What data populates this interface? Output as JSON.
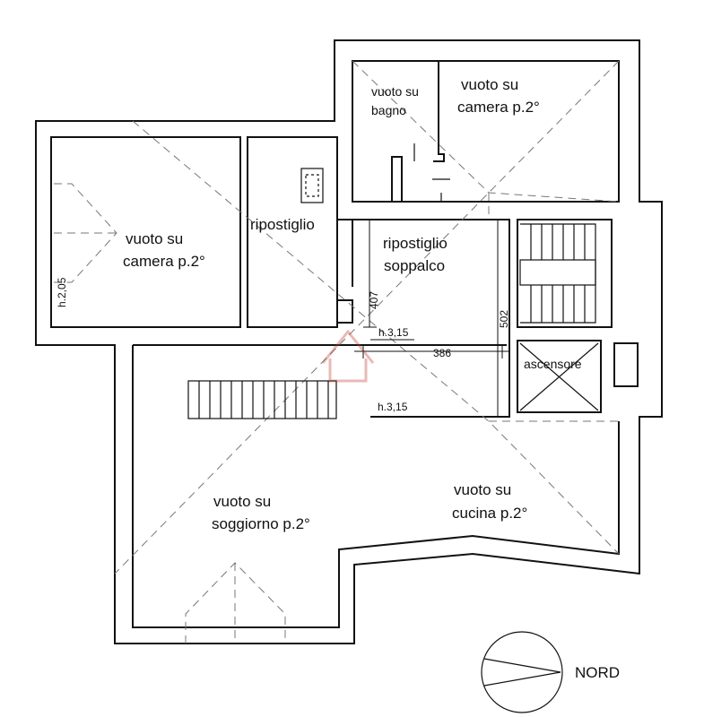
{
  "rooms": {
    "vuoto_bagno_line1": "vuoto su",
    "vuoto_bagno_line2": "bagno",
    "vuoto_camera_top_line1": "vuoto su",
    "vuoto_camera_top_line2": "camera p.2°",
    "vuoto_camera_left_line1": "vuoto su",
    "vuoto_camera_left_line2": "camera p.2°",
    "ripostiglio": "ripostiglio",
    "ripostiglio_soppalco_line1": "ripostiglio",
    "ripostiglio_soppalco_line2": "soppalco",
    "ascensore": "ascensore",
    "vuoto_soggiorno_line1": "vuoto su",
    "vuoto_soggiorno_line2": "soggiorno p.2°",
    "vuoto_cucina_line1": "vuoto su",
    "vuoto_cucina_line2": "cucina p.2°"
  },
  "dimensions": {
    "height_left": "h.2,05",
    "dim_407": "407",
    "dim_502": "502",
    "dim_386": "386",
    "height_mid": "h.3,15",
    "height_lower": "h.3,15"
  },
  "compass": {
    "label": "NORD"
  },
  "colors": {
    "wall": "#111111",
    "dashed": "#777777",
    "watermark": "#c0392b"
  }
}
